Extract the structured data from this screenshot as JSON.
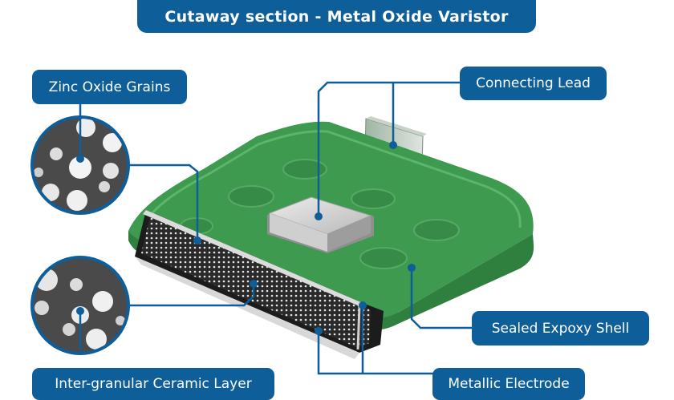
{
  "title": "Cutaway section - Metal Oxide Varistor",
  "labels": {
    "zinc_oxide_grains": "Zinc Oxide Grains",
    "connecting_lead": "Connecting Lead",
    "sealed_shell": "Sealed Expoxy Shell",
    "intergranular_layer": "Inter-granular Ceramic Layer",
    "metallic_electrode": "Metallic Electrode"
  },
  "colors": {
    "label_fill": "#0d5e99",
    "shell_green": "#3d9a4e",
    "grain_bg": "#4a4a4a"
  }
}
